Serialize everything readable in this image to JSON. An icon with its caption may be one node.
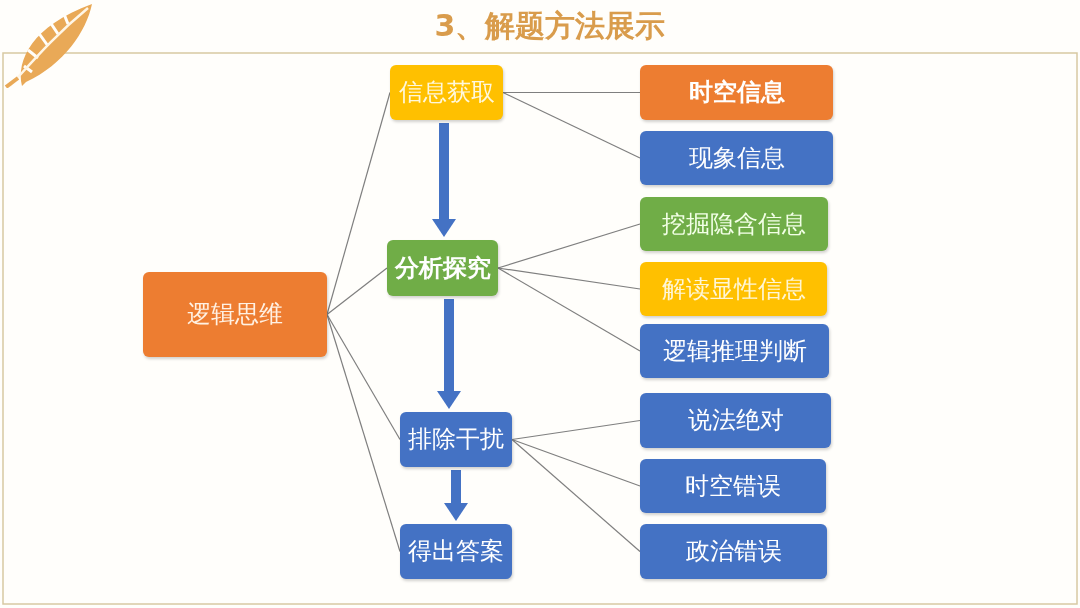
{
  "diagram": {
    "title": "3、解题方法展示",
    "nodes": [
      {
        "text": [
          "逻辑思维"
        ]
      },
      {
        "text": [
          "信息获取"
        ]
      },
      {
        "text": [
          "分析探究"
        ]
      },
      {
        "text": [
          "排除干扰"
        ]
      },
      {
        "text": [
          "得出答案"
        ]
      },
      {
        "text": [
          "时空信息"
        ]
      },
      {
        "text": [
          "现象信息"
        ]
      },
      {
        "text": [
          "挖掘隐含信息"
        ]
      },
      {
        "text": [
          "解读显性信息"
        ]
      },
      {
        "text": [
          "逻辑推理判断"
        ]
      },
      {
        "text": [
          "说法绝对"
        ]
      },
      {
        "text": [
          "时空错误"
        ]
      },
      {
        "text": [
          "政治错误"
        ]
      }
    ],
    "edges": [
      {
        "from": 0,
        "to": 1,
        "arrow": "none"
      },
      {
        "from": 0,
        "to": 2,
        "arrow": "none"
      },
      {
        "from": 0,
        "to": 3,
        "arrow": "none"
      },
      {
        "from": 0,
        "to": 4,
        "arrow": "none"
      },
      {
        "from": 1,
        "to": 2,
        "arrow": "to",
        "style": "thick",
        "color": "#4472c4"
      },
      {
        "from": 2,
        "to": 3,
        "arrow": "to",
        "style": "thick",
        "color": "#4472c4"
      },
      {
        "from": 3,
        "to": 4,
        "arrow": "to",
        "style": "thick",
        "color": "#4472c4"
      },
      {
        "from": 1,
        "to": 5,
        "arrow": "none"
      },
      {
        "from": 1,
        "to": 6,
        "arrow": "none"
      },
      {
        "from": 2,
        "to": 7,
        "arrow": "none"
      },
      {
        "from": 2,
        "to": 8,
        "arrow": "none"
      },
      {
        "from": 2,
        "to": 9,
        "arrow": "none"
      },
      {
        "from": 3,
        "to": 10,
        "arrow": "none"
      },
      {
        "from": 3,
        "to": 11,
        "arrow": "none"
      },
      {
        "from": 3,
        "to": 12,
        "arrow": "none"
      }
    ]
  }
}
